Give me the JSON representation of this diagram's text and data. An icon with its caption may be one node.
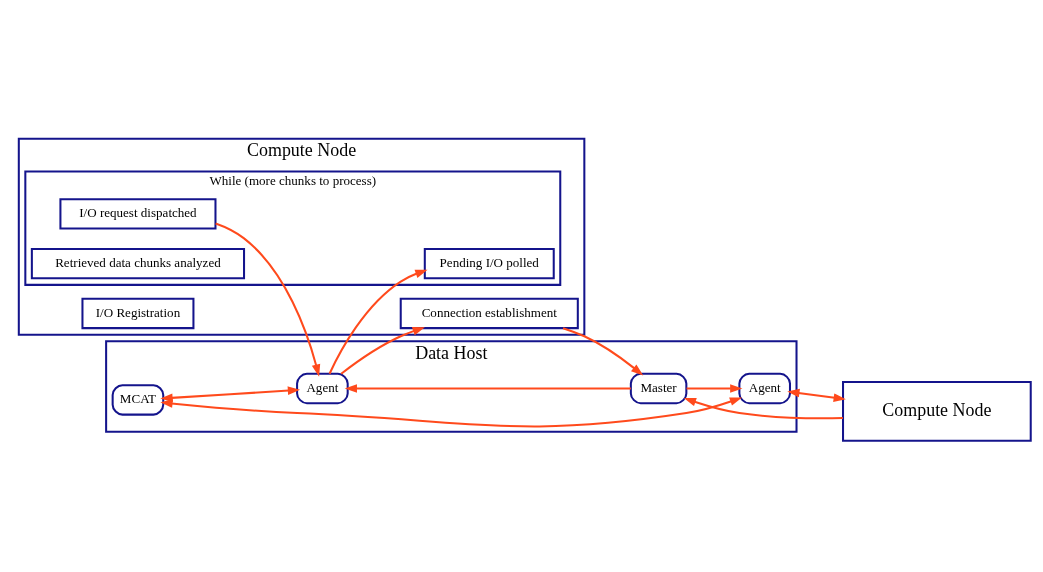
{
  "diagram": {
    "nodes": [
      {
        "text": [
          "Data Host"
        ]
      },
      {
        "text": [
          "Agent"
        ],
        "in": 0
      },
      {
        "text": [
          "MCAT"
        ],
        "in": 0
      },
      {
        "text": [
          "Master"
        ],
        "in": 0
      },
      {
        "text": [
          "Agent"
        ],
        "in": 0
      },
      {
        "text": [
          "Compute Node"
        ]
      },
      {
        "text": [
          "I/O Registration"
        ],
        "in": 5
      },
      {
        "text": [
          "Connection establishment"
        ],
        "in": 5
      },
      {
        "text": [
          "While (more chunks to process)"
        ],
        "in": 5
      },
      {
        "text": [
          "I/O request dispatched"
        ],
        "in": 8
      },
      {
        "text": [
          "Pending I/O polled"
        ],
        "in": 8
      },
      {
        "text": [
          "Retrieved data chunks analyzed"
        ],
        "in": 8
      },
      {
        "text": [
          "Compute Node"
        ]
      }
    ],
    "edges": [
      {
        "from": 2,
        "to": 1,
        "arrow": "both"
      },
      {
        "from": 2,
        "to": 4,
        "arrow": "both"
      },
      {
        "from": 3,
        "to": 1,
        "arrow": "to"
      },
      {
        "from": 3,
        "to": 4,
        "arrow": "to"
      },
      {
        "from": 1,
        "to": 7,
        "arrow": "to"
      },
      {
        "from": 7,
        "to": 3,
        "arrow": "to"
      },
      {
        "from": 9,
        "to": 1,
        "arrow": "to"
      },
      {
        "from": 1,
        "to": 10,
        "arrow": "to"
      },
      {
        "from": 12,
        "to": 3,
        "arrow": "to"
      },
      {
        "from": 4,
        "to": 12,
        "arrow": "both"
      }
    ]
  }
}
